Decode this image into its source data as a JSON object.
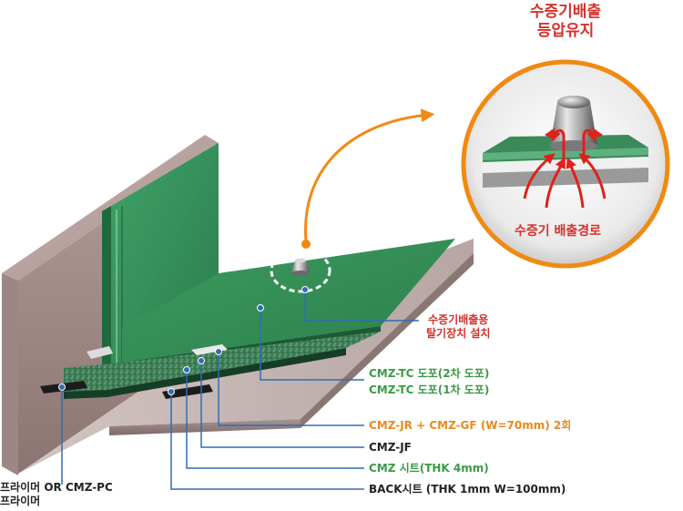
{
  "callout_title": [
    "수증기배출",
    "등압유지"
  ],
  "inset_label": "수증기 배출경로",
  "labels": {
    "vent_device": [
      "수증기배출용",
      "탈기장치 설치"
    ],
    "cmz_tc_2": "CMZ-TC 도포(2차 도포)",
    "cmz_tc_1": "CMZ-TC 도포(1차 도포)",
    "cmz_jr_gf": "CMZ-JR + CMZ-GF (W=70mm) 2회",
    "cmz_jf": "CMZ-JF",
    "cmz_sheet": "CMZ 시트(THK 4mm)",
    "back_sheet": "BACK시트 (THK 1mm W=100mm)",
    "primer": [
      "프라이머 OR CMZ-PC",
      "프라이머"
    ]
  },
  "colors": {
    "leader_line": "#2f6db5",
    "accent_orange": "#f08a12",
    "membrane_green": "#2f8f56",
    "arrow_red": "#e0201a"
  }
}
